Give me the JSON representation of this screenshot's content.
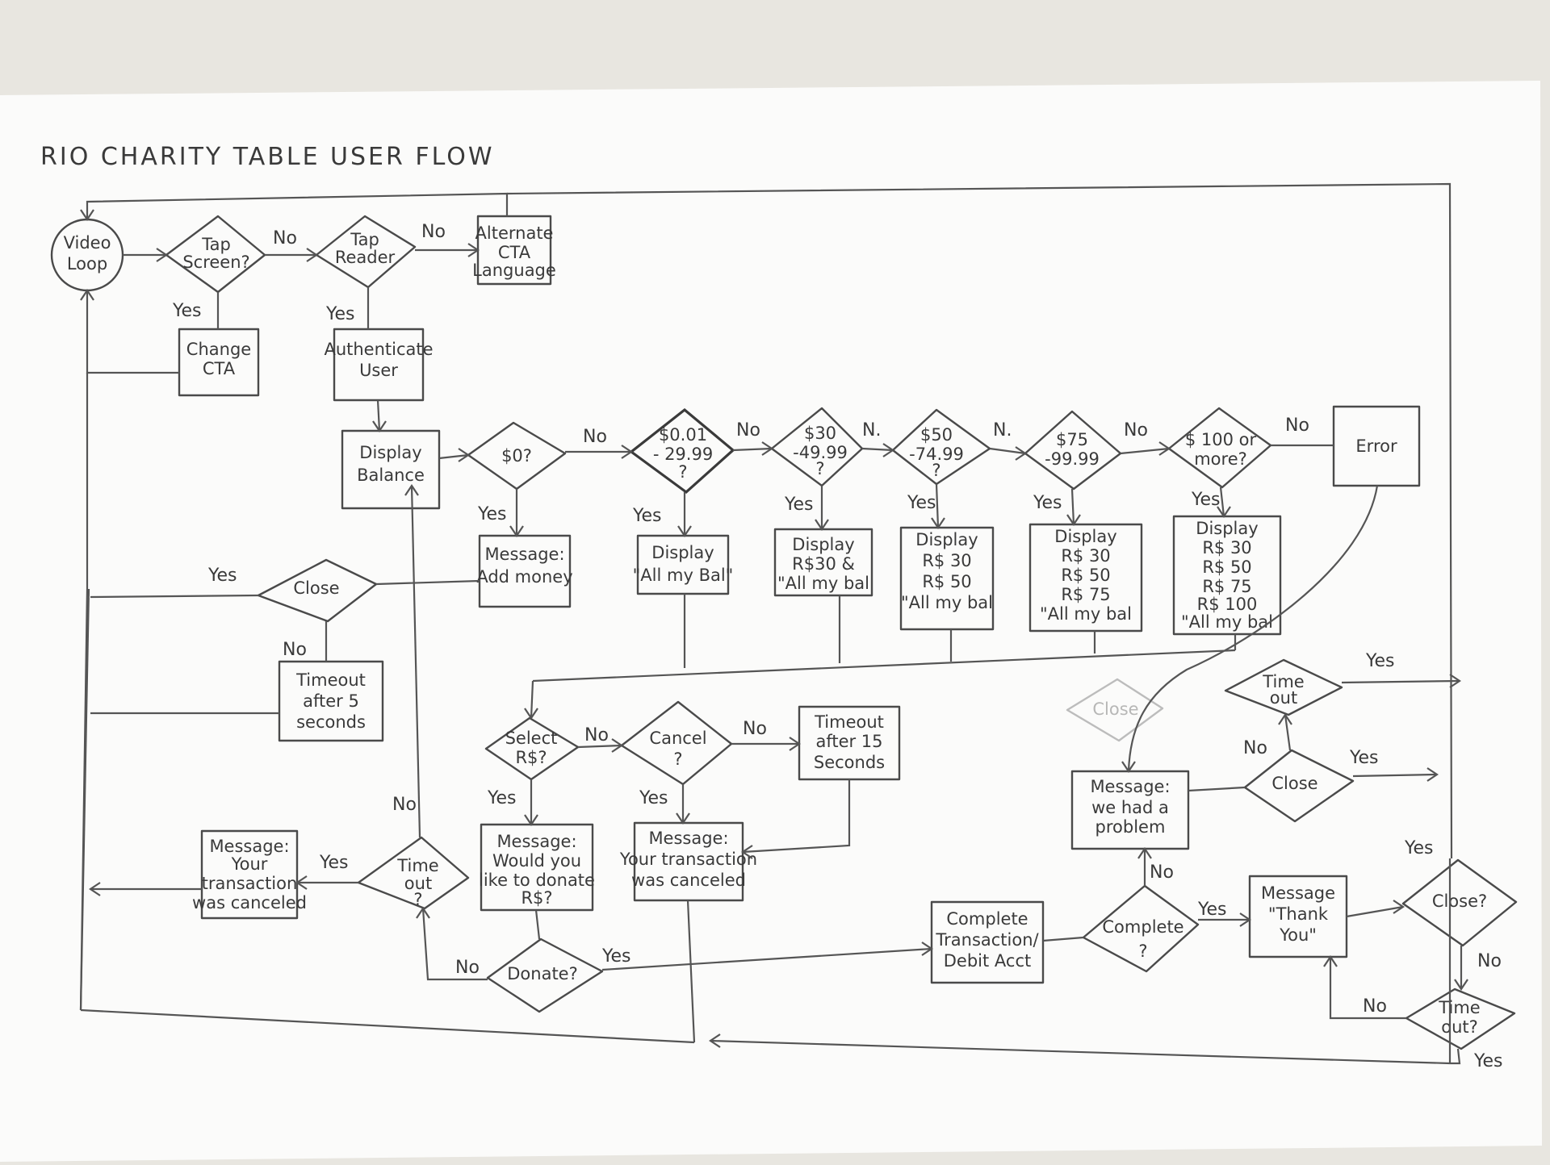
{
  "title": "RIO CHARITY TABLE USER FLOW",
  "colors": {
    "paper": "#fbfbfa",
    "desk": "#e8e6e0",
    "pencil": "#4a4a4a"
  },
  "nodes": {
    "video_loop": [
      "Video",
      "Loop"
    ],
    "tap_screen": [
      "Tap",
      "Screen?"
    ],
    "tap_reader": [
      "Tap",
      "Reader"
    ],
    "alt_cta": [
      "Alternate",
      "CTA",
      "Language"
    ],
    "change_cta": [
      "Change",
      "CTA"
    ],
    "auth_user": [
      "Authenticate",
      "User"
    ],
    "display_balance": [
      "Display",
      "Balance"
    ],
    "d_zero": [
      "$0?"
    ],
    "d_001": [
      "$0.01",
      "- 29.99",
      "?"
    ],
    "d_30": [
      "$30",
      "-49.99",
      "?"
    ],
    "d_50": [
      "$50",
      "-74.99",
      "?"
    ],
    "d_75": [
      "$75",
      "-99.99"
    ],
    "d_100": [
      "$ 100 or",
      "more?"
    ],
    "error": [
      "Error"
    ],
    "msg_add_money": [
      "Message:",
      "Add money"
    ],
    "disp_all": [
      "Display",
      "\"All my Bal\""
    ],
    "disp_30": [
      "Display",
      "R$30 &",
      "\"All my bal"
    ],
    "disp_50": [
      "Display",
      "R$ 30",
      "R$ 50",
      "\"All my bal"
    ],
    "disp_75": [
      "Display",
      "R$ 30",
      "R$ 50",
      "R$ 75",
      "\"All my bal"
    ],
    "disp_100": [
      "Display",
      "R$ 30",
      "R$ 50",
      "R$ 75",
      "R$ 100",
      "\"All my bal"
    ],
    "close_left": [
      "Close"
    ],
    "timeout5": [
      "Timeout",
      "after 5",
      "seconds"
    ],
    "select_r": [
      "Select",
      "R$?"
    ],
    "cancel": [
      "Cancel",
      "?"
    ],
    "timeout15": [
      "Timeout",
      "after 15",
      "Seconds"
    ],
    "msg_donate": [
      "Message:",
      "Would you",
      "like to donate",
      "R$?"
    ],
    "msg_canceled": [
      "Message:",
      "Your transaction",
      "was canceled"
    ],
    "time_out_left": [
      "Time",
      "out",
      "?"
    ],
    "msg_canceled_left": [
      "Message:",
      "Your",
      "transaction",
      "was canceled"
    ],
    "donate": [
      "Donate?"
    ],
    "complete_txn": [
      "Complete",
      "Transaction/",
      "Debit Acct"
    ],
    "complete_q": [
      "Complete",
      "?"
    ],
    "msg_thanks": [
      "Message",
      "\"Thank",
      "You\""
    ],
    "close_right": [
      "Close?"
    ],
    "time_out_right": [
      "Time",
      "out?"
    ],
    "msg_problem": [
      "Message:",
      "we had a",
      "problem"
    ],
    "close_mid": [
      "Close"
    ],
    "time_out_mid": [
      "Time",
      "out"
    ],
    "crossed_close": [
      "Close"
    ]
  },
  "labels": {
    "yes": "Yes",
    "no": "No",
    "no_short": "N.",
    "no_short2": "No"
  }
}
